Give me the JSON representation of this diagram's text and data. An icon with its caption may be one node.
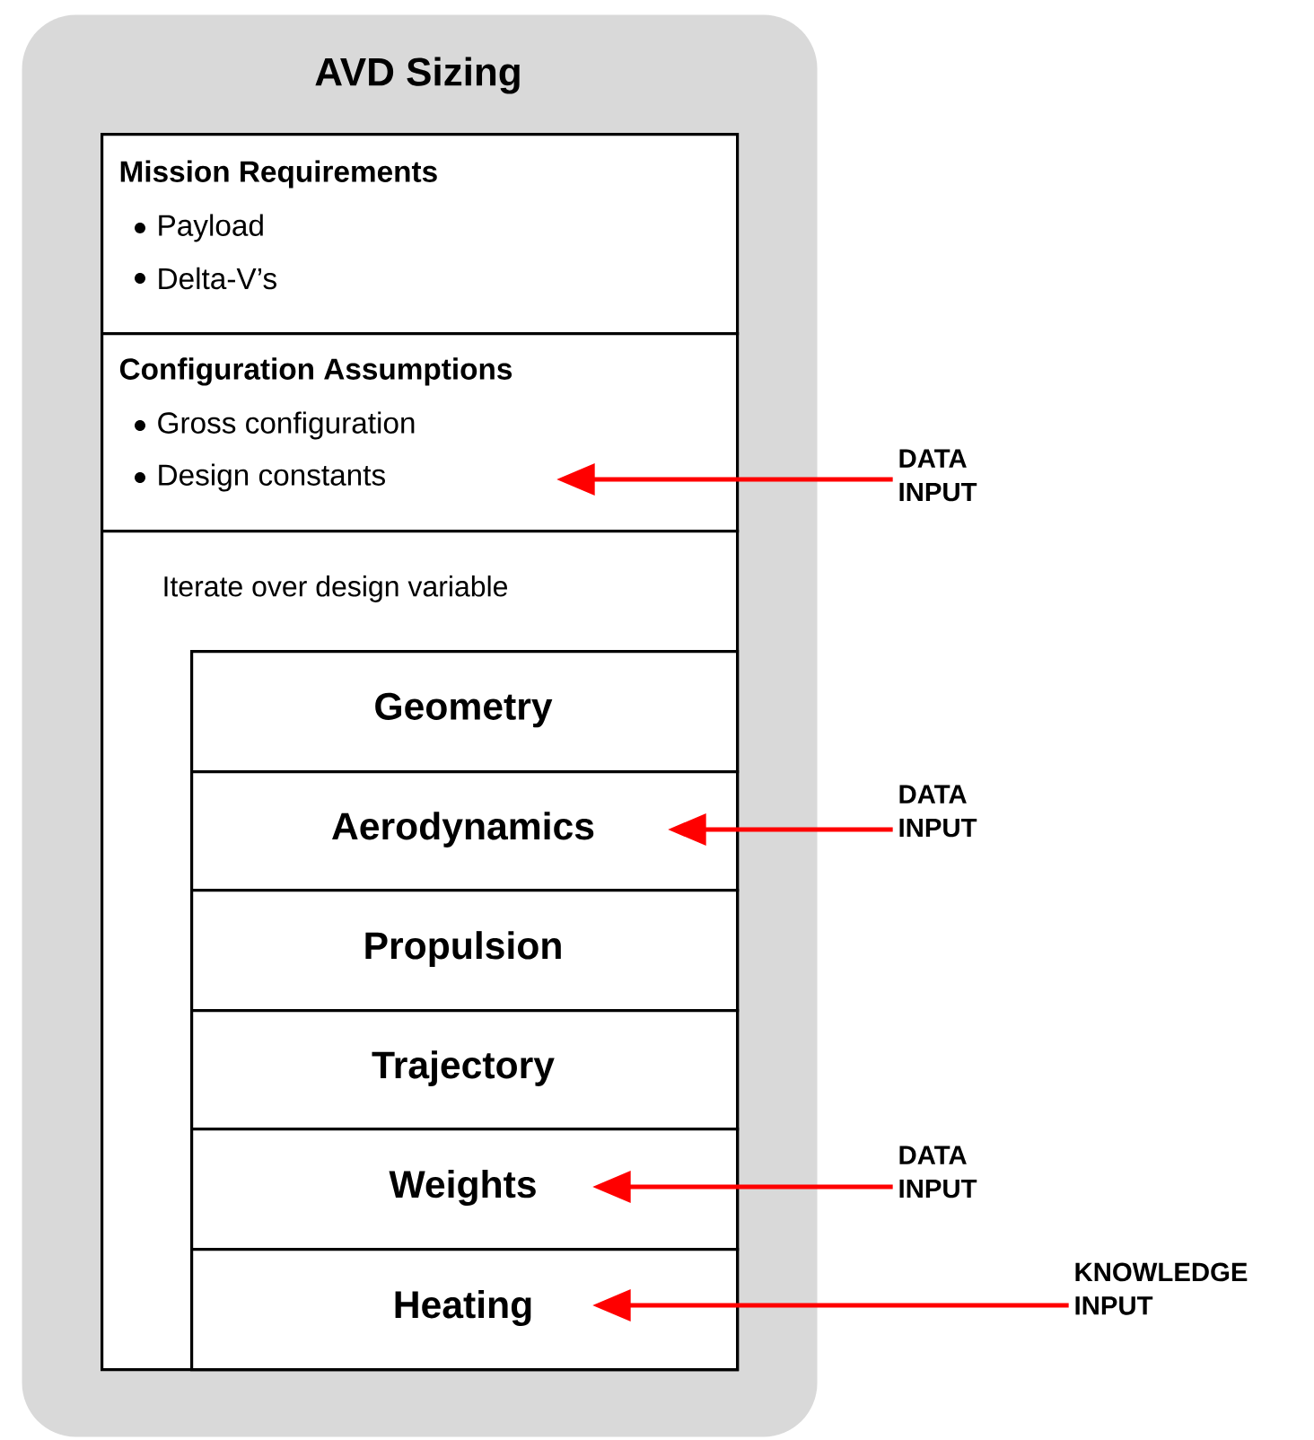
{
  "diagram": {
    "nodes": [
      {
        "text": [
          "AVD Sizing"
        ]
      },
      {
        "text": [
          "Mission Requirements",
          "Payload",
          "Delta-V’s"
        ],
        "in": 0
      },
      {
        "text": [
          "Configuration Assumptions",
          "Gross configuration",
          "Design constants"
        ],
        "in": 0
      },
      {
        "text": [
          "Iterate over design variable"
        ],
        "in": 0
      },
      {
        "text": [
          "Geometry"
        ],
        "in": 3
      },
      {
        "text": [
          "Aerodynamics"
        ],
        "in": 3
      },
      {
        "text": [
          "Propulsion"
        ],
        "in": 3
      },
      {
        "text": [
          "Trajectory"
        ],
        "in": 3
      },
      {
        "text": [
          "Weights"
        ],
        "in": 3
      },
      {
        "text": [
          "Heating"
        ],
        "in": 3
      },
      {
        "text": [
          "DATA INPUT"
        ]
      },
      {
        "text": [
          "DATA INPUT"
        ]
      },
      {
        "text": [
          "DATA INPUT"
        ]
      },
      {
        "text": [
          "KNOWLEDGE INPUT"
        ]
      }
    ],
    "edges": [
      {
        "from": 10,
        "to": 2,
        "arrow": "to"
      },
      {
        "from": 11,
        "to": 5,
        "arrow": "to"
      },
      {
        "from": 12,
        "to": 8,
        "arrow": "to"
      },
      {
        "from": 13,
        "to": 9,
        "arrow": "to"
      }
    ]
  }
}
